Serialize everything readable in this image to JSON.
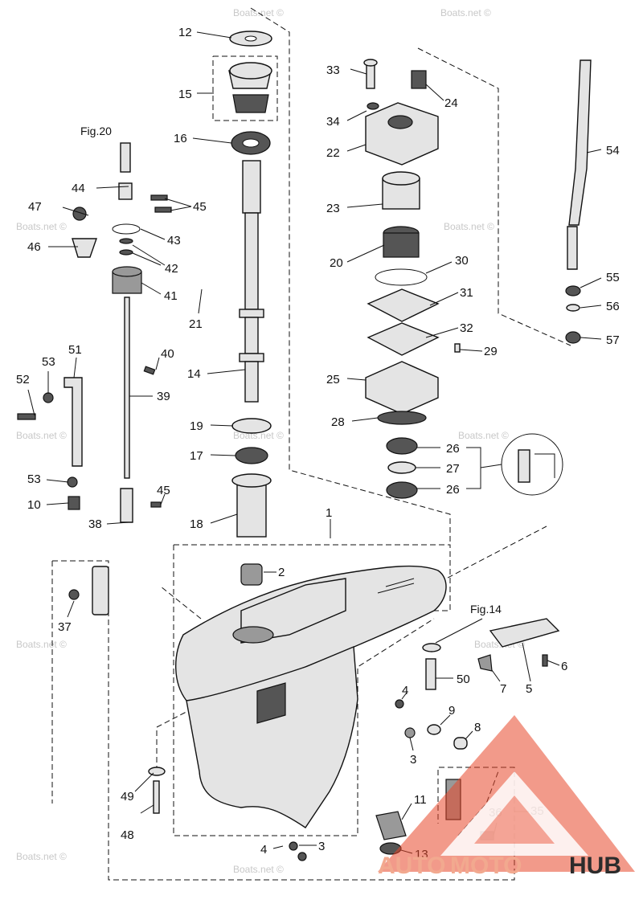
{
  "part_labels": {
    "p1": "1",
    "p2": "2",
    "p3a": "3",
    "p3b": "3",
    "p4a": "4",
    "p4b": "4",
    "p5": "5",
    "p6": "6",
    "p7": "7",
    "p8": "8",
    "p9": "9",
    "p10": "10",
    "p11": "11",
    "p12": "12",
    "p13": "13",
    "p14": "14",
    "p15": "15",
    "p16": "16",
    "p17": "17",
    "p18": "18",
    "p19": "19",
    "p20": "20",
    "p21": "21",
    "p22": "22",
    "p23": "23",
    "p24": "24",
    "p25": "25",
    "p26a": "26",
    "p26b": "26",
    "p27": "27",
    "p28": "28",
    "p29": "29",
    "p30": "30",
    "p31": "31",
    "p32": "32",
    "p33": "33",
    "p34": "34",
    "p35": "35",
    "p36": "36",
    "p37": "37",
    "p38": "38",
    "p39": "39",
    "p40": "40",
    "p41": "41",
    "p42": "42",
    "p43": "43",
    "p44": "44",
    "p45a": "45",
    "p45b": "45",
    "p46": "46",
    "p47": "47",
    "p48": "48",
    "p49": "49",
    "p50": "50",
    "p51": "51",
    "p52": "52",
    "p53a": "53",
    "p53b": "53",
    "p54": "54",
    "p55": "55",
    "p56": "56",
    "p57": "57"
  },
  "figure_refs": {
    "fig20": "Fig.20",
    "fig14": "Fig.14"
  },
  "watermark": "Boats.net ©",
  "logo": {
    "auto": "AUTO",
    "moto": "MOTO",
    "hub": "HUB",
    "accent_color": "#e8472a",
    "dark_color": "#2c2c2c"
  }
}
